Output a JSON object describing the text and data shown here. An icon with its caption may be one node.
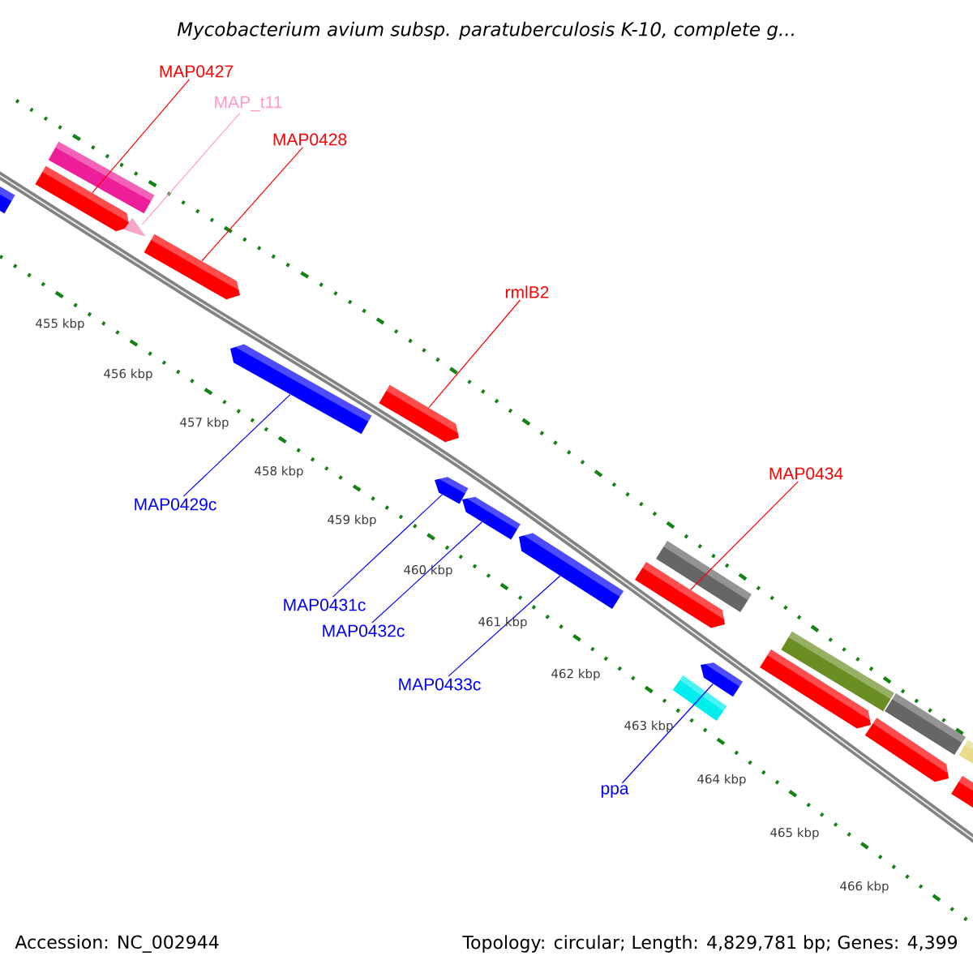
{
  "diagram": {
    "title": "Mycobacterium avium subsp. paratuberculosis K-10, complete g...",
    "nodes": [
      {
        "text": [
          "MAP0427"
        ]
      },
      {
        "text": [
          "MAP_t11"
        ]
      },
      {
        "text": [
          "MAP0428"
        ]
      },
      {
        "text": [
          "rmlB2"
        ]
      },
      {
        "text": [
          "MAP0429c"
        ]
      },
      {
        "text": [
          "MAP0431c"
        ]
      },
      {
        "text": [
          "MAP0432c"
        ]
      },
      {
        "text": [
          "MAP0433c"
        ]
      },
      {
        "text": [
          "MAP0434"
        ]
      },
      {
        "text": [
          "ppa"
        ]
      },
      {
        "text": [],
        "shape": "bar"
      },
      {
        "text": [],
        "shape": "bar"
      },
      {
        "text": [],
        "shape": "bar"
      },
      {
        "text": [],
        "shape": "bar"
      },
      {
        "text": [],
        "shape": "bar"
      },
      {
        "text": [],
        "shape": "bar"
      },
      {
        "text": [],
        "shape": "bar"
      },
      {
        "text": [],
        "shape": "bar"
      },
      {
        "text": [],
        "shape": "bar"
      },
      {
        "text": [],
        "shape": "bar"
      },
      {
        "text": [],
        "shape": "bar"
      },
      {
        "text": [],
        "shape": "bar"
      },
      {
        "text": [],
        "shape": "bar"
      },
      {
        "text": [],
        "shape": "bar"
      },
      {
        "text": [],
        "shape": "bar"
      },
      {
        "text": [],
        "shape": "bar"
      },
      {
        "text": [],
        "shape": "bar"
      },
      {
        "text": [],
        "shape": "bar"
      },
      {
        "text": [],
        "shape": "bar"
      },
      {
        "text": [],
        "shape": "bar"
      }
    ],
    "edges": [
      {
        "from": 0,
        "to": 10,
        "arrow": "none",
        "color": "#ff0000"
      },
      {
        "from": 1,
        "to": 11,
        "arrow": "none",
        "color": "#ff99cc"
      },
      {
        "from": 2,
        "to": 12,
        "arrow": "none",
        "color": "#ff0000"
      },
      {
        "from": 3,
        "to": 13,
        "arrow": "none",
        "color": "#ff0000"
      },
      {
        "from": 4,
        "to": 14,
        "arrow": "none",
        "color": "#0000ff"
      },
      {
        "from": 5,
        "to": 15,
        "arrow": "none",
        "color": "#0000ff"
      },
      {
        "from": 6,
        "to": 16,
        "arrow": "none",
        "color": "#0000ff"
      },
      {
        "from": 7,
        "to": 17,
        "arrow": "none",
        "color": "#0000ff"
      },
      {
        "from": 8,
        "to": 18,
        "arrow": "none",
        "color": "#ff0000"
      },
      {
        "from": 9,
        "to": 19,
        "arrow": "none",
        "color": "#0000ff"
      }
    ],
    "labels": [
      "455 kbp",
      "456 kbp",
      "457 kbp",
      "458 kbp",
      "459 kbp",
      "460 kbp",
      "461 kbp",
      "462 kbp",
      "463 kbp",
      "464 kbp",
      "465 kbp",
      "466 kbp",
      "Accession: NC_002944",
      "Topology: circular; Length: 4,829,781 bp; Genes: 4,399"
    ]
  }
}
